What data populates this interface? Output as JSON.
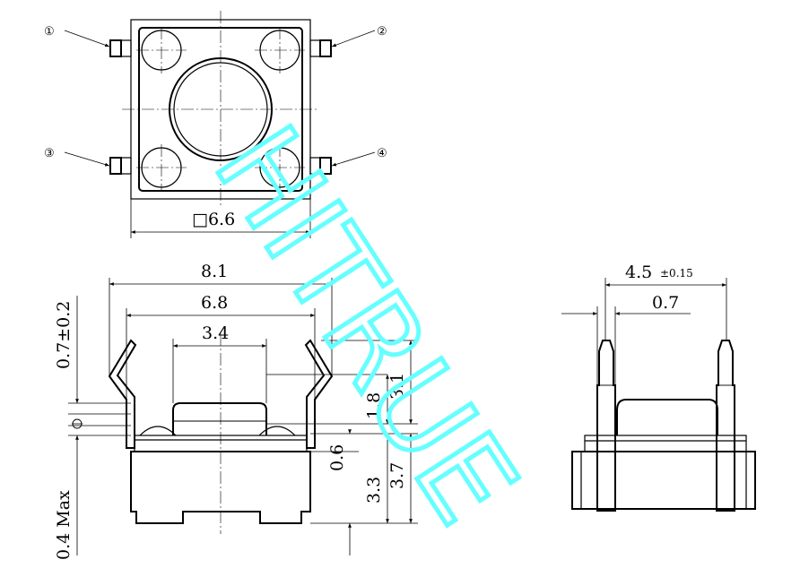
{
  "colors": {
    "line": "#000000",
    "watermark": "#66ffff",
    "background": "#ffffff"
  },
  "top_view": {
    "size_label": "□6.6",
    "pins": {
      "p1": "①",
      "p2": "②",
      "p3": "③",
      "p4": "④"
    }
  },
  "front_view": {
    "overall_width": "8.1",
    "lead_span": "6.8",
    "actuator_width": "3.4",
    "lead_tip_len": "0.7±0.2",
    "lead_offset": "0.4 Max",
    "height_total": "3.1",
    "actuator_height": "1.8",
    "standoff": "0.6",
    "body_height": "3.3",
    "overall_height": "3.7"
  },
  "side_view": {
    "lead_pitch_main": "4.5",
    "lead_pitch_tol": "±0.15",
    "lead_width": "0.7"
  },
  "watermark": "HITRUE"
}
